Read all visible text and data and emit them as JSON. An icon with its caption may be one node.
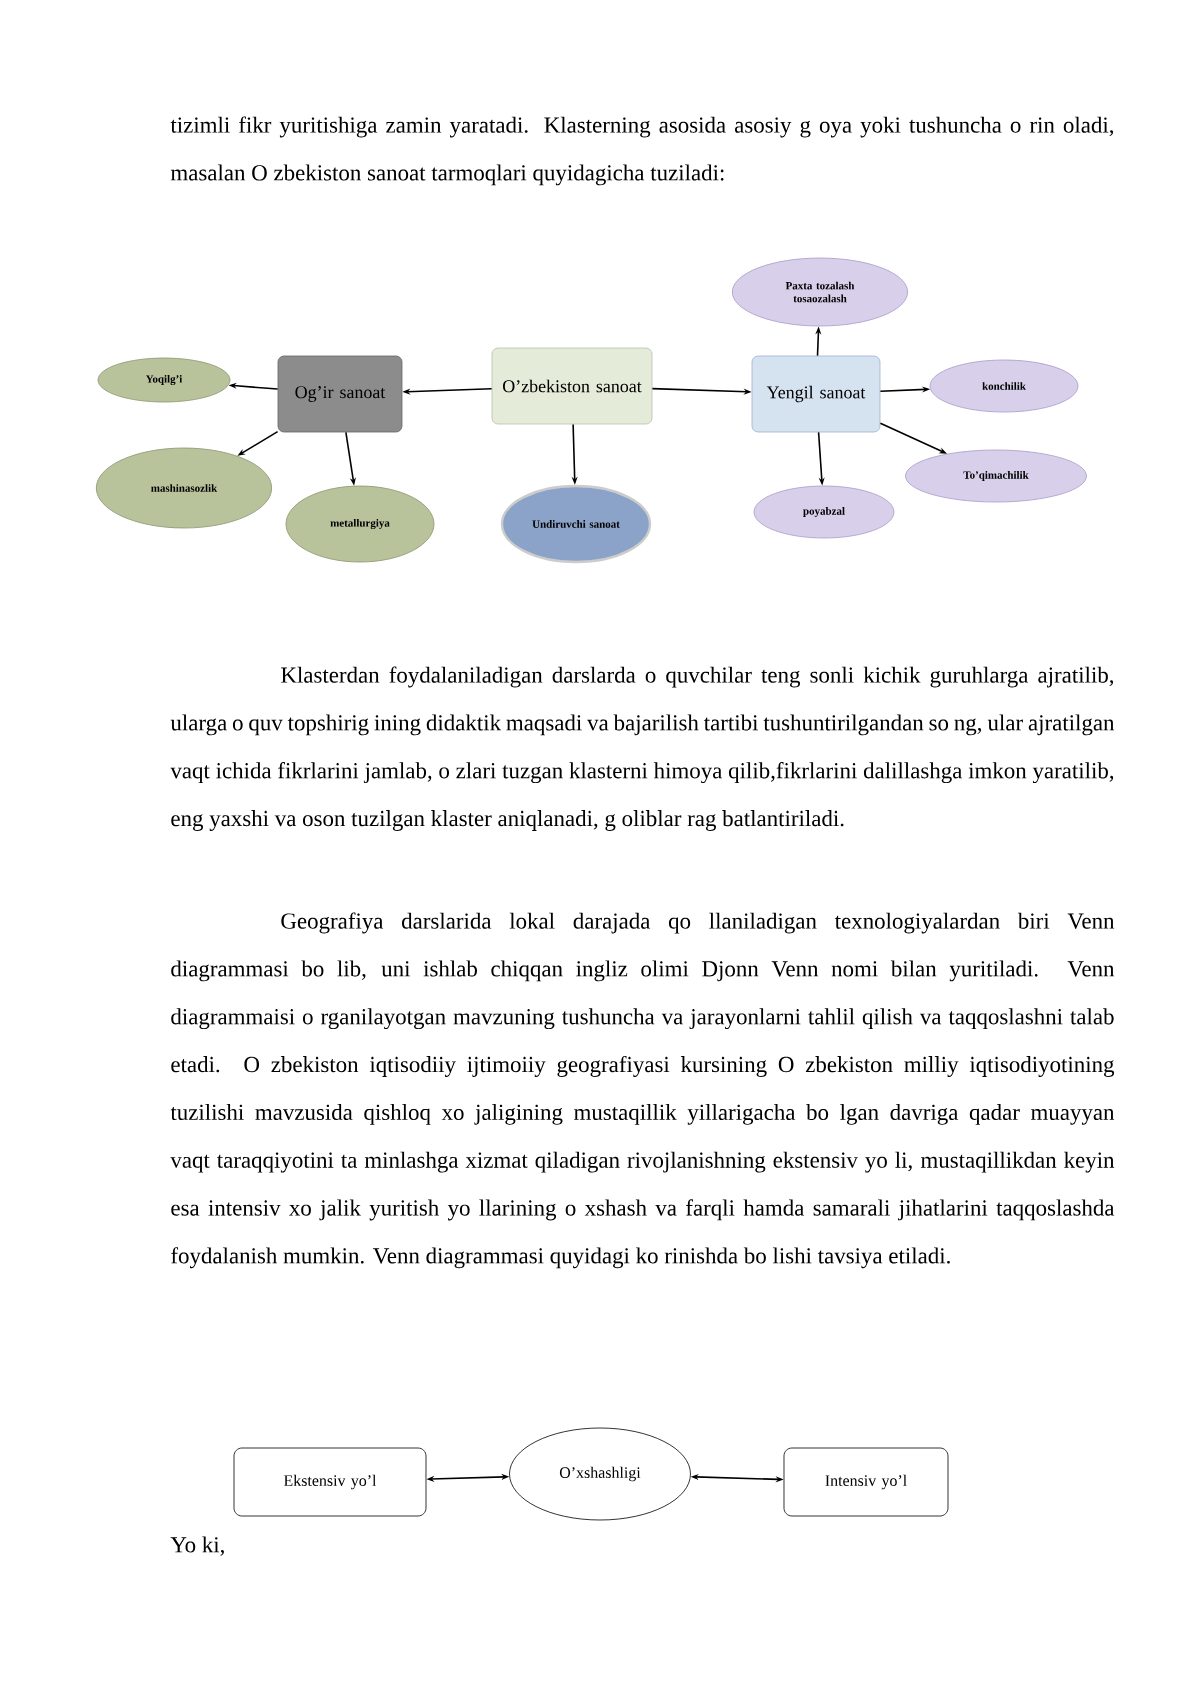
{
  "diagram": {
    "nodes": [
      {
        "text": [
          "Paxta tozalash tosaozalash"
        ]
      },
      {
        "text": [
          "Yoqilg’i"
        ]
      },
      {
        "text": [
          "Og’ir sanoat"
        ]
      },
      {
        "text": [
          "O’zbekiston sanoat"
        ]
      },
      {
        "text": [
          "Yengil sanoat"
        ]
      },
      {
        "text": [
          "konchilik"
        ]
      },
      {
        "text": [
          "mashinasozlik"
        ]
      },
      {
        "text": [
          "To’qimachilik"
        ]
      },
      {
        "text": [
          "metallurgiya"
        ]
      },
      {
        "text": [
          "Undiruvchi sanoat"
        ]
      },
      {
        "text": [
          "poyabzal"
        ]
      },
      {
        "text": [
          "Ekstensiv yo’l"
        ]
      },
      {
        "text": [
          "O’xshashligi"
        ]
      },
      {
        "text": [
          "Intensiv yo’l"
        ]
      }
    ],
    "edges": [
      {
        "from": 3,
        "to": 2,
        "arrow": "to"
      },
      {
        "from": 3,
        "to": 4,
        "arrow": "to"
      },
      {
        "from": 3,
        "to": 9,
        "arrow": "to"
      },
      {
        "from": 2,
        "to": 1,
        "arrow": "to"
      },
      {
        "from": 2,
        "to": 6,
        "arrow": "to"
      },
      {
        "from": 2,
        "to": 8,
        "arrow": "to"
      },
      {
        "from": 4,
        "to": 0,
        "arrow": "to"
      },
      {
        "from": 4,
        "to": 5,
        "arrow": "to"
      },
      {
        "from": 4,
        "to": 7,
        "arrow": "to"
      },
      {
        "from": 4,
        "to": 10,
        "arrow": "to"
      },
      {
        "from": 11,
        "to": 12,
        "arrow": "both"
      },
      {
        "from": 12,
        "to": 13,
        "arrow": "both"
      }
    ],
    "labels": [
      "tizimli fikr yuritishiga zamin yaratadi. Klasterning asosida asosiy g oya yoki tushuncha o rin oladi, masalan O zbekiston sanoat tarmoqlari quyidagicha tuziladi:",
      "Klasterdan foydalaniladigan darslarda o quvchilar teng sonli kichik guruhlarga ajratilib, ularga o quv topshirig ining didaktik maqsadi va bajarilish tartibi tushuntirilgandan so ng, ular ajratilgan vaqt ichida fikrlarini jamlab, o zlari tuzgan klasterni himoya qilib,fikrlarini dalillashga imkon yaratilib, eng yaxshi va oson tuzilgan klaster aniqlanadi, g oliblar rag batlantiriladi.",
      "Geografiya darslarida lokal darajada qo llaniladigan texnologiyalardan biri Venn diagrammasi bo lib, uni ishlab chiqqan ingliz olimi Djonn Venn nomi bilan yuritiladi. Venn diagrammaisi o rganilayotgan mavzuning tushuncha va jarayonlarni tahlil qilish va taqqoslashni talab etadi. O zbekiston iqtisodiiy ijtimoiiy geografiyasi kursining O zbekiston milliy iqtisodiyotining tuzilishi mavzusida qishloq xo jaligining mustaqillik yillarigacha bo lgan davriga qadar muayyan vaqt taraqqiyotini ta minlashga xizmat qiladigan rivojlanishning ekstensiv yo li, mustaqillikdan keyin esa intensiv xo jalik yuritish yo llarining o xshash va farqli hamda samarali jihatlarini taqqoslashda foydalanish mumkin. Venn diagrammasi quyidagi ko rinishda bo lishi tavsiya etiladi.",
      "Yo ki,"
    ]
  }
}
